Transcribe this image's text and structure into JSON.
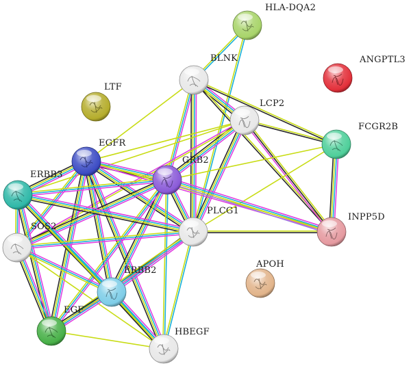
{
  "network": {
    "edge_colors": {
      "experimental": "#e040e0",
      "database": "#1ab0d8",
      "textmining": "#c8dc14",
      "coexpression": "#2a2a2a",
      "homology": "#a07ee0",
      "curated": "#7a2aa0"
    },
    "nodes": [
      {
        "id": "HLA-DQA2",
        "label": "HLA-DQA2",
        "color": "#a8d46a",
        "has_structure": true
      },
      {
        "id": "ANGPTL3",
        "label": "ANGPTL3",
        "color": "#e3303a",
        "has_structure": true
      },
      {
        "id": "BLNK",
        "label": "BLNK",
        "color": "#e8e8e8",
        "has_structure": true
      },
      {
        "id": "LTF",
        "label": "LTF",
        "color": "#b5ad2c",
        "has_structure": true
      },
      {
        "id": "LCP2",
        "label": "LCP2",
        "color": "#e8e8e8",
        "has_structure": true
      },
      {
        "id": "FCGR2B",
        "label": "FCGR2B",
        "color": "#4fcf9a",
        "has_structure": true
      },
      {
        "id": "EGFR",
        "label": "EGFR",
        "color": "#3c4cc4",
        "has_structure": true
      },
      {
        "id": "GRB2",
        "label": "GRB2",
        "color": "#8a5ad8",
        "has_structure": true
      },
      {
        "id": "ERBB3",
        "label": "ERBB3",
        "color": "#2fb8a8",
        "has_structure": true
      },
      {
        "id": "PLCG1",
        "label": "PLCG1",
        "color": "#e8e8e8",
        "has_structure": true
      },
      {
        "id": "INPP5D",
        "label": "INPP5D",
        "color": "#e59aa0",
        "has_structure": true
      },
      {
        "id": "SOS2",
        "label": "SOS2",
        "color": "#e8e8e8",
        "has_structure": true
      },
      {
        "id": "APOH",
        "label": "APOH",
        "color": "#e2b48a",
        "has_structure": true
      },
      {
        "id": "ERBB2",
        "label": "ERBB2",
        "color": "#7ecde8",
        "has_structure": true
      },
      {
        "id": "EGF",
        "label": "EGF",
        "color": "#48b048",
        "has_structure": true
      },
      {
        "id": "HBEGF",
        "label": "HBEGF",
        "color": "#e8e8e8",
        "has_structure": true
      }
    ],
    "edges": [
      {
        "source": "HLA-DQA2",
        "target": "BLNK",
        "types": [
          "database",
          "textmining"
        ]
      },
      {
        "source": "HLA-DQA2",
        "target": "PLCG1",
        "types": [
          "database",
          "textmining"
        ]
      },
      {
        "source": "BLNK",
        "target": "LCP2",
        "types": [
          "experimental",
          "database",
          "textmining",
          "coexpression"
        ]
      },
      {
        "source": "BLNK",
        "target": "FCGR2B",
        "types": [
          "textmining",
          "coexpression"
        ]
      },
      {
        "source": "BLNK",
        "target": "GRB2",
        "types": [
          "experimental",
          "database",
          "textmining"
        ]
      },
      {
        "source": "BLNK",
        "target": "PLCG1",
        "types": [
          "experimental",
          "database",
          "textmining",
          "coexpression"
        ]
      },
      {
        "source": "BLNK",
        "target": "INPP5D",
        "types": [
          "textmining",
          "coexpression"
        ]
      },
      {
        "source": "BLNK",
        "target": "EGFR",
        "types": [
          "textmining"
        ]
      },
      {
        "source": "LCP2",
        "target": "FCGR2B",
        "types": [
          "textmining",
          "coexpression"
        ]
      },
      {
        "source": "LCP2",
        "target": "GRB2",
        "types": [
          "experimental",
          "database",
          "textmining",
          "coexpression"
        ]
      },
      {
        "source": "LCP2",
        "target": "PLCG1",
        "types": [
          "experimental",
          "database",
          "textmining",
          "coexpression"
        ]
      },
      {
        "source": "LCP2",
        "target": "INPP5D",
        "types": [
          "textmining",
          "coexpression",
          "experimental"
        ]
      },
      {
        "source": "LCP2",
        "target": "EGFR",
        "types": [
          "textmining"
        ]
      },
      {
        "source": "LCP2",
        "target": "ERBB3",
        "types": [
          "textmining"
        ]
      },
      {
        "source": "LCP2",
        "target": "SOS2",
        "types": [
          "textmining",
          "experimental"
        ]
      },
      {
        "source": "FCGR2B",
        "target": "INPP5D",
        "types": [
          "experimental",
          "database",
          "textmining",
          "coexpression"
        ]
      },
      {
        "source": "FCGR2B",
        "target": "GRB2",
        "types": [
          "textmining"
        ]
      },
      {
        "source": "FCGR2B",
        "target": "PLCG1",
        "types": [
          "textmining"
        ]
      },
      {
        "source": "EGFR",
        "target": "GRB2",
        "types": [
          "experimental",
          "database",
          "textmining",
          "coexpression"
        ]
      },
      {
        "source": "EGFR",
        "target": "ERBB3",
        "types": [
          "experimental",
          "database",
          "textmining",
          "coexpression"
        ]
      },
      {
        "source": "EGFR",
        "target": "PLCG1",
        "types": [
          "experimental",
          "database",
          "textmining",
          "coexpression"
        ]
      },
      {
        "source": "EGFR",
        "target": "SOS2",
        "types": [
          "experimental",
          "database",
          "textmining"
        ]
      },
      {
        "source": "EGFR",
        "target": "ERBB2",
        "types": [
          "experimental",
          "database",
          "textmining",
          "coexpression"
        ]
      },
      {
        "source": "EGFR",
        "target": "EGF",
        "types": [
          "experimental",
          "database",
          "textmining",
          "coexpression"
        ]
      },
      {
        "source": "EGFR",
        "target": "HBEGF",
        "types": [
          "experimental",
          "database",
          "textmining",
          "coexpression"
        ]
      },
      {
        "source": "EGFR",
        "target": "INPP5D",
        "types": [
          "textmining",
          "experimental"
        ]
      },
      {
        "source": "GRB2",
        "target": "ERBB3",
        "types": [
          "experimental",
          "database",
          "textmining"
        ]
      },
      {
        "source": "GRB2",
        "target": "PLCG1",
        "types": [
          "experimental",
          "database",
          "textmining",
          "coexpression"
        ]
      },
      {
        "source": "GRB2",
        "target": "INPP5D",
        "types": [
          "experimental",
          "database",
          "textmining",
          "homology"
        ]
      },
      {
        "source": "GRB2",
        "target": "SOS2",
        "types": [
          "experimental",
          "database",
          "textmining",
          "coexpression"
        ]
      },
      {
        "source": "GRB2",
        "target": "ERBB2",
        "types": [
          "experimental",
          "database",
          "textmining",
          "coexpression"
        ]
      },
      {
        "source": "GRB2",
        "target": "EGF",
        "types": [
          "experimental",
          "database",
          "textmining"
        ]
      },
      {
        "source": "GRB2",
        "target": "HBEGF",
        "types": [
          "database",
          "textmining"
        ]
      },
      {
        "source": "ERBB3",
        "target": "PLCG1",
        "types": [
          "experimental",
          "database",
          "textmining",
          "coexpression"
        ]
      },
      {
        "source": "ERBB3",
        "target": "SOS2",
        "types": [
          "experimental",
          "database",
          "textmining"
        ]
      },
      {
        "source": "ERBB3",
        "target": "ERBB2",
        "types": [
          "experimental",
          "database",
          "textmining",
          "coexpression"
        ]
      },
      {
        "source": "ERBB3",
        "target": "EGF",
        "types": [
          "experimental",
          "database",
          "textmining",
          "coexpression"
        ]
      },
      {
        "source": "ERBB3",
        "target": "HBEGF",
        "types": [
          "database",
          "textmining"
        ]
      },
      {
        "source": "PLCG1",
        "target": "INPP5D",
        "types": [
          "textmining",
          "coexpression"
        ]
      },
      {
        "source": "PLCG1",
        "target": "SOS2",
        "types": [
          "experimental",
          "database",
          "textmining"
        ]
      },
      {
        "source": "PLCG1",
        "target": "ERBB2",
        "types": [
          "experimental",
          "database",
          "textmining",
          "coexpression"
        ]
      },
      {
        "source": "PLCG1",
        "target": "EGF",
        "types": [
          "experimental",
          "database",
          "textmining"
        ]
      },
      {
        "source": "PLCG1",
        "target": "HBEGF",
        "types": [
          "database",
          "textmining"
        ]
      },
      {
        "source": "SOS2",
        "target": "ERBB2",
        "types": [
          "experimental",
          "database",
          "textmining"
        ]
      },
      {
        "source": "SOS2",
        "target": "EGF",
        "types": [
          "experimental",
          "database",
          "textmining",
          "coexpression"
        ]
      },
      {
        "source": "SOS2",
        "target": "HBEGF",
        "types": [
          "textmining"
        ]
      },
      {
        "source": "ERBB2",
        "target": "EGF",
        "types": [
          "experimental",
          "database",
          "textmining",
          "coexpression"
        ]
      },
      {
        "source": "ERBB2",
        "target": "HBEGF",
        "types": [
          "experimental",
          "database",
          "textmining",
          "coexpression"
        ]
      },
      {
        "source": "EGF",
        "target": "HBEGF",
        "types": [
          "textmining"
        ]
      }
    ]
  }
}
